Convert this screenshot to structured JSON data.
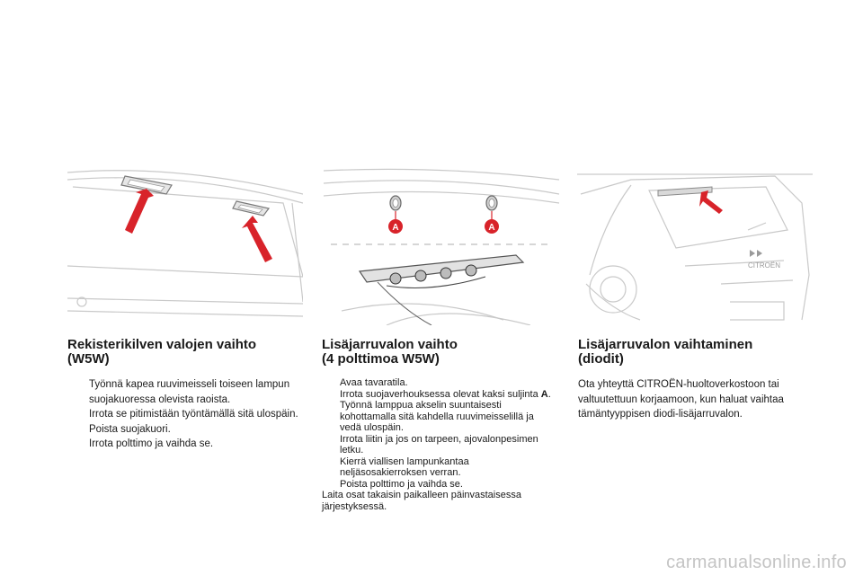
{
  "sections": [
    {
      "heading_lines": [
        "Rekisterikilven valojen vaihto",
        "(W5W)"
      ],
      "steps": [
        "Työnnä kapea ruuvimeisseli toiseen lampun suojakuoressa olevista raoista.",
        "Irrota se pitimistään työntämällä sitä ulospäin.",
        "Poista suojakuori.",
        "Irrota polttimo ja vaihda se."
      ]
    },
    {
      "heading_lines": [
        "Lisäjarruvalon vaihto",
        "(4 polttimoa W5W)"
      ],
      "steps": [
        "Avaa tavaratila.",
        "Irrota suojaverhouksessa olevat kaksi suljinta ",
        "Työnnä lamppua akselin suuntaisesti kohottamalla sitä kahdella ruuvimeisselillä ja vedä ulospäin.",
        "Irrota liitin ja jos on tarpeen, ajovalonpesimen letku.",
        "Kierrä viallisen lampunkantaa neljäsosakierroksen verran.",
        "Poista polttimo ja vaihda se."
      ],
      "step2_bold": "A",
      "step2_end": ".",
      "note": "Laita osat takaisin paikalleen päinvastaisessa järjestyksessä."
    },
    {
      "heading_lines": [
        "Lisäjarruvalon vaihtaminen",
        "(diodit)"
      ],
      "paragraph": "Ota yhteyttä CITROËN-huoltoverkostoon tai valtuutettuun korjaamoon, kun haluat vaihtaa tämäntyyppisen diodi-lisäjarruvalon."
    }
  ],
  "bullet_symbol": "",
  "illustrations": {
    "fastener_label": "A",
    "car_badge": "CITROËN",
    "arrow_color": "#d8232a"
  },
  "watermark": "carmanualsonline.info"
}
